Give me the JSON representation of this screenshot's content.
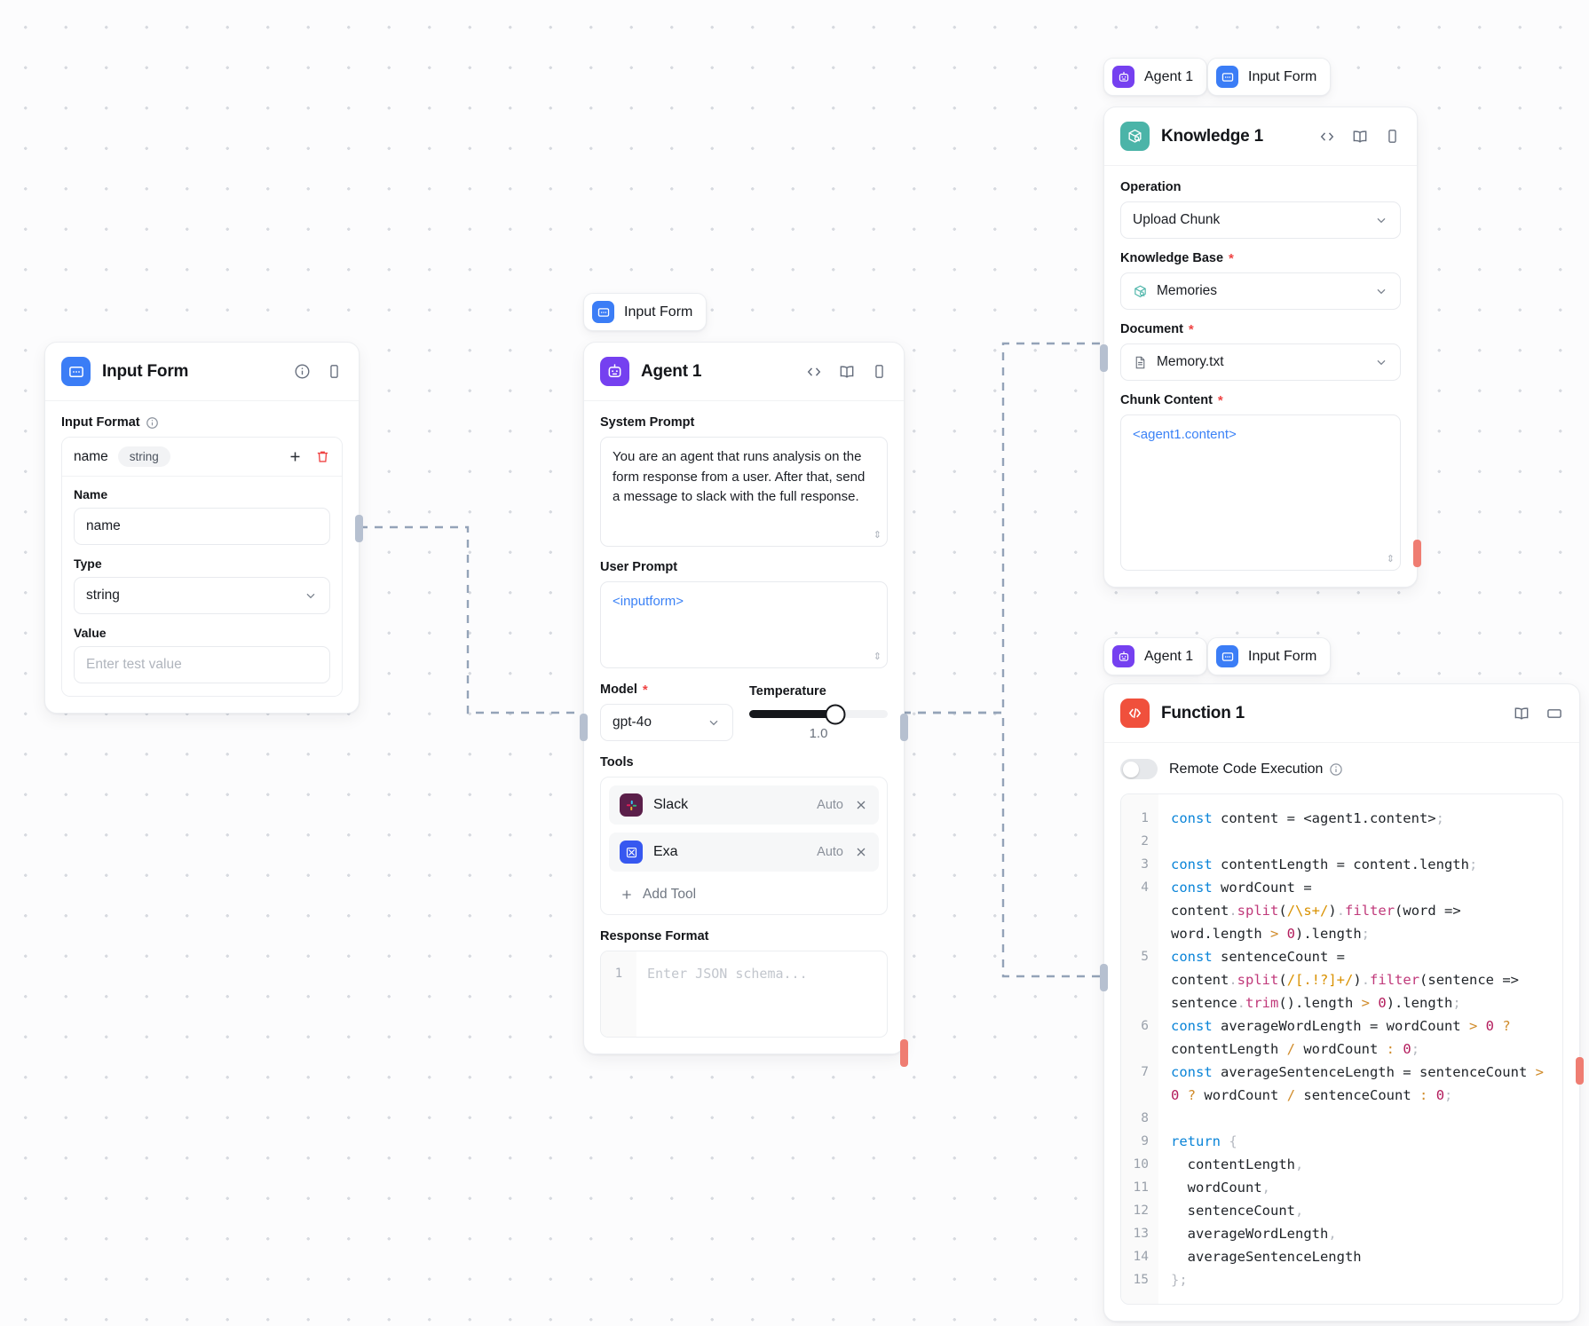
{
  "canvas": {
    "dot_color": "#d7dae0",
    "background": "#fcfcfd"
  },
  "nodes": {
    "input_form": {
      "title": "Input Form",
      "icon": "input-form-icon",
      "icon_color": "#3b7df6",
      "section_label": "Input Format",
      "format_row": {
        "key": "name",
        "type_pill": "string"
      },
      "fields": {
        "name_label": "Name",
        "name_value": "name",
        "type_label": "Type",
        "type_value": "string",
        "value_label": "Value",
        "value_placeholder": "Enter test value"
      },
      "header_icons": [
        "info-icon",
        "panel-icon"
      ]
    },
    "agent": {
      "chip_label": "Input Form",
      "title": "Agent 1",
      "icon": "robot-icon",
      "icon_color": "#7540f0",
      "header_icons": [
        "code-icon",
        "book-icon",
        "panel-icon"
      ],
      "system_prompt_label": "System Prompt",
      "system_prompt": "You are an agent that runs analysis on the form response from a user. After that, send a message to slack with the full response.",
      "user_prompt_label": "User Prompt",
      "user_prompt": "<inputform>",
      "model_label": "Model",
      "model_value": "gpt-4o",
      "temperature_label": "Temperature",
      "temperature_value": "1.0",
      "tools_label": "Tools",
      "tools": [
        {
          "name": "Slack",
          "mode": "Auto",
          "icon": "slack-icon"
        },
        {
          "name": "Exa",
          "mode": "Auto",
          "icon": "exa-icon"
        }
      ],
      "add_tool_label": "Add Tool",
      "response_format_label": "Response Format",
      "response_format_line": "1",
      "response_format_placeholder": "Enter JSON schema..."
    },
    "knowledge": {
      "chips": [
        {
          "label": "Agent 1",
          "icon": "robot-icon"
        },
        {
          "label": "Input Form",
          "icon": "input-form-icon"
        }
      ],
      "title": "Knowledge 1",
      "icon": "knowledge-box-icon",
      "icon_color": "#4bb4a8",
      "header_icons": [
        "code-icon",
        "book-icon",
        "panel-icon"
      ],
      "operation_label": "Operation",
      "operation_value": "Upload Chunk",
      "kb_label": "Knowledge Base",
      "kb_value": "Memories",
      "document_label": "Document",
      "document_value": "Memory.txt",
      "chunk_label": "Chunk Content",
      "chunk_value": "<agent1.content>"
    },
    "function": {
      "chips": [
        {
          "label": "Agent 1",
          "icon": "robot-icon"
        },
        {
          "label": "Input Form",
          "icon": "input-form-icon"
        }
      ],
      "title": "Function 1",
      "icon": "code-brackets-icon",
      "icon_color": "#f0503c",
      "header_icons": [
        "book-icon",
        "window-icon"
      ],
      "remote_toggle_label": "Remote Code Execution",
      "remote_toggle_on": false,
      "code_lines": [
        "1",
        "2",
        "3",
        "4",
        "5",
        "6",
        "7",
        "8",
        "9",
        "10",
        "11",
        "12",
        "13",
        "14",
        "15"
      ]
    }
  },
  "colors": {
    "handle_in": "#b6c0d0",
    "handle_out": "#ef7d72",
    "required_star": "#ef4444",
    "token_blue": "#3b82f6"
  }
}
